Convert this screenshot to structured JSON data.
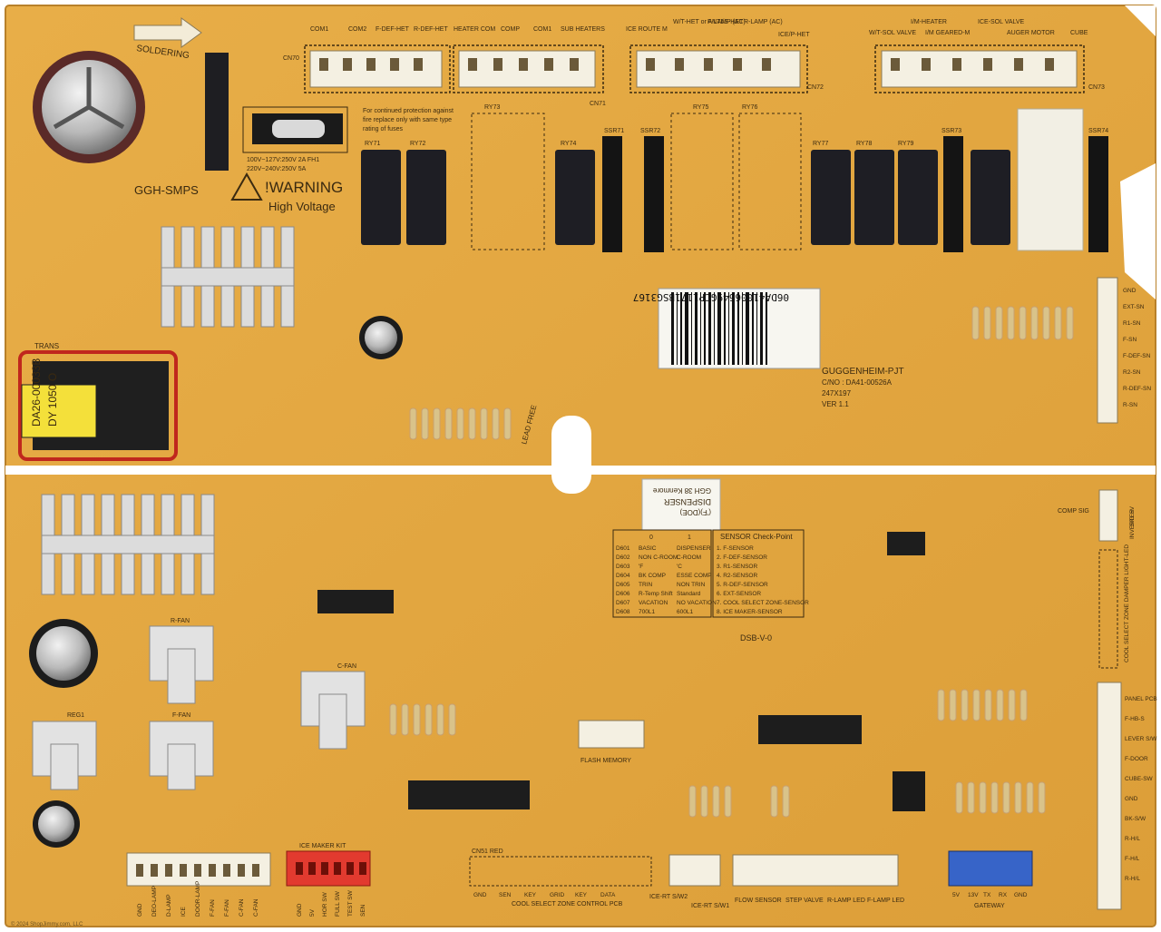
{
  "image": {
    "description_colors": {
      "board": "#e2a640",
      "board_edge": "#c98f2c",
      "silk": "#3b2a10",
      "relay": "#1e1e22",
      "label": "#f4f1e6"
    }
  },
  "silkscreen": {
    "soldering": "SOLDERING",
    "ggh_smps": "GGH-SMPS",
    "warning": "!WARNING",
    "high_voltage": "High Voltage",
    "trans": "TRANS",
    "transformer_line1": "DA26-00033B",
    "transformer_line2": "DY 1050 O",
    "fuse_note_1": "For continued protection against",
    "fuse_note_2": "fire replace only with same type",
    "fuse_note_3": "rating of fuses",
    "fuse_rating_1": "100V~127V:250V 2A FH1",
    "fuse_rating_2": "220V~240V:250V 5A",
    "board_name": "GUGGENHEIM-PJT",
    "code_no": "C/NO : DA41-00526A",
    "size": "247X197",
    "version": "VER 1.1",
    "dsb": "DSB-V-0",
    "lead_free": "LEAD FREE",
    "barcode_text": "06DA41006649GCP1171BSG3167",
    "dispenser_label_1": "DISPENSER",
    "dispenser_label_2": "GGH 38 Kenmore",
    "dispenser_label_3": "('F)(DOE)"
  },
  "connectors_top": {
    "cn70_labels": [
      "COM1",
      "COM2",
      "F-DEF-HET",
      "R-DEF-HET"
    ],
    "cn70_id": "CN70",
    "cn71_labels": [
      "HEATER COM",
      "COMP",
      "COM1",
      "SUB HEATERS"
    ],
    "cn71_id": "CN71",
    "cn72_labels": [
      "ICE ROUTE M",
      "W/T-HET or ANTI/S-HET",
      "F-LAMP (AC)",
      "R-LAMP (AC)",
      "ICE/P-HET"
    ],
    "cn72_id": "CN72",
    "cn73_labels": [
      "W/T-SOL VALVE",
      "I/M-HEATER",
      "I/M GEARED-M",
      "ICE-SOL VALVE",
      "AUGER MOTOR",
      "CUBE"
    ],
    "cn73_id": "CN73"
  },
  "relays": [
    "RY71",
    "RY72",
    "RY73",
    "RY74",
    "RY75",
    "RY76",
    "RY77",
    "RY78",
    "RY79",
    "SSR71",
    "SSR72",
    "SSR73",
    "SSR74"
  ],
  "sensor_table": {
    "title": "SENSOR Check-Point",
    "rows": [
      "1. F-SENSOR",
      "2. F-DEF-SENSOR",
      "3. R1-SENSOR",
      "4. R2-SENSOR",
      "5. R-DEF-SENSOR",
      "6. EXT-SENSOR",
      "7. COOL SELECT ZONE-SENSOR",
      "8. ICE MAKER-SENSOR"
    ]
  },
  "option_table": {
    "headers": [
      "",
      "0",
      "1"
    ],
    "rows": [
      [
        "D601",
        "BASIC",
        "DISPENSER"
      ],
      [
        "D602",
        "NON C-ROOM",
        "C-ROOM"
      ],
      [
        "D603",
        "'F",
        "'C"
      ],
      [
        "D604",
        "BK COMP",
        "ESSE COMP"
      ],
      [
        "D605",
        "TRIN",
        "NON TRIN"
      ],
      [
        "D606",
        "R-Temp Shift",
        "Standard"
      ],
      [
        "D607",
        "VACATION",
        "NO VACATION"
      ],
      [
        "D608",
        "700L1",
        "600L1"
      ]
    ]
  },
  "connectors_bottom": {
    "cn30_labels": [
      "GND",
      "DEO-LAMP",
      "D-LAMP",
      "ICE",
      "DOOR-LAMP",
      "F-FAN",
      "F-FAN",
      "C-FAN",
      "C-FAN"
    ],
    "cn90_title": "ICE MAKER KIT",
    "cn90_labels": [
      "GND",
      "5V",
      "HOR SW",
      "FULL SW",
      "TEST SW",
      "SEN"
    ],
    "cn51_title": "CN51 RED",
    "cn51_labels": [
      "GND",
      "SEN",
      "KEY",
      "GRID",
      "KEY",
      "DATA"
    ],
    "cn51_note": "COOL SELECT ZONE CONTROL PCB",
    "cn30b_labels": [
      "ICE-RT S/W2",
      "ICE-RT S/W1"
    ],
    "cn78_labels": [
      "FLOW SENSOR",
      "STEP VALVE",
      "R-LAMP LED",
      "F-LAMP LED"
    ],
    "cn50_labels": [
      "5V",
      "13V",
      "TX",
      "RX",
      "GND"
    ],
    "cn50_title": "GATEWAY",
    "cn80_title": "FLASH MEMORY"
  },
  "right_edge": {
    "cn40_labels": [
      "GND",
      "EXT-SN",
      "R1-SN",
      "F-SN",
      "F-DEF-SN",
      "R2-SN",
      "R-DEF-SN",
      "R-SN"
    ],
    "cn79_labels": [
      "5V",
      "SIG",
      "INVERTER"
    ],
    "cn76_labels": [
      "COOL SELECT ZONE DAMPER LIGHT-LED"
    ],
    "cn77_labels": [
      "PANEL PCB",
      "F-HB-S",
      "LEVER S/W",
      "F-DOOR",
      "CUBE-SW",
      "GND",
      "BK-S/W",
      "R-H/L",
      "F-H/L",
      "R-H/L"
    ],
    "comp_sig": "COMP SIG"
  },
  "fans": {
    "r_fan": "R-FAN",
    "c_fan": "C-FAN",
    "f_fan": "F-FAN",
    "reg1": "REG1"
  },
  "copyright": "© 2024 ShopJimmy.com, LLC"
}
